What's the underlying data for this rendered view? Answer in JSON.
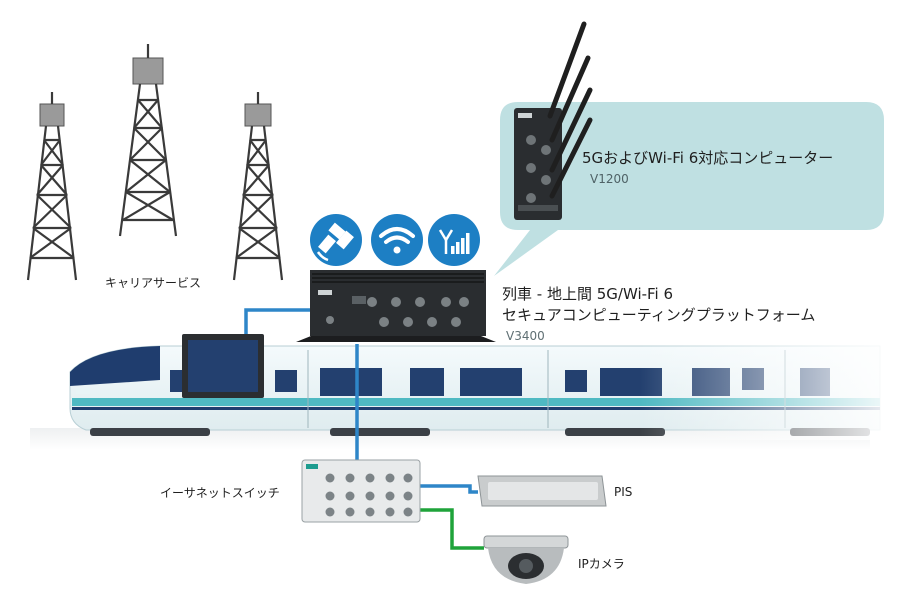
{
  "towers": {
    "label": "キャリアサービス"
  },
  "callout": {
    "title": "5GおよびWi-Fi 6対応コンピューター",
    "model": "V1200",
    "bg_color": "#bfe0e2"
  },
  "main_device": {
    "title_line1": "列車 - 地上間 5G/Wi-Fi 6",
    "title_line2": "セキュアコンピューティングプラットフォーム",
    "model": "V3400"
  },
  "icons": [
    "satellite-icon",
    "wifi-icon",
    "cellular-signal-icon"
  ],
  "switch": {
    "label": "イーサネットスイッチ"
  },
  "pis": {
    "label": "PIS"
  },
  "ip_camera": {
    "label": "IPカメラ"
  },
  "colors": {
    "ethernet_link": "#2e86c8",
    "camera_link": "#1fa33a",
    "icon_circle": "#1d7fc4",
    "train_teal": "#4fb9c2",
    "train_navy": "#1f3d6e"
  }
}
